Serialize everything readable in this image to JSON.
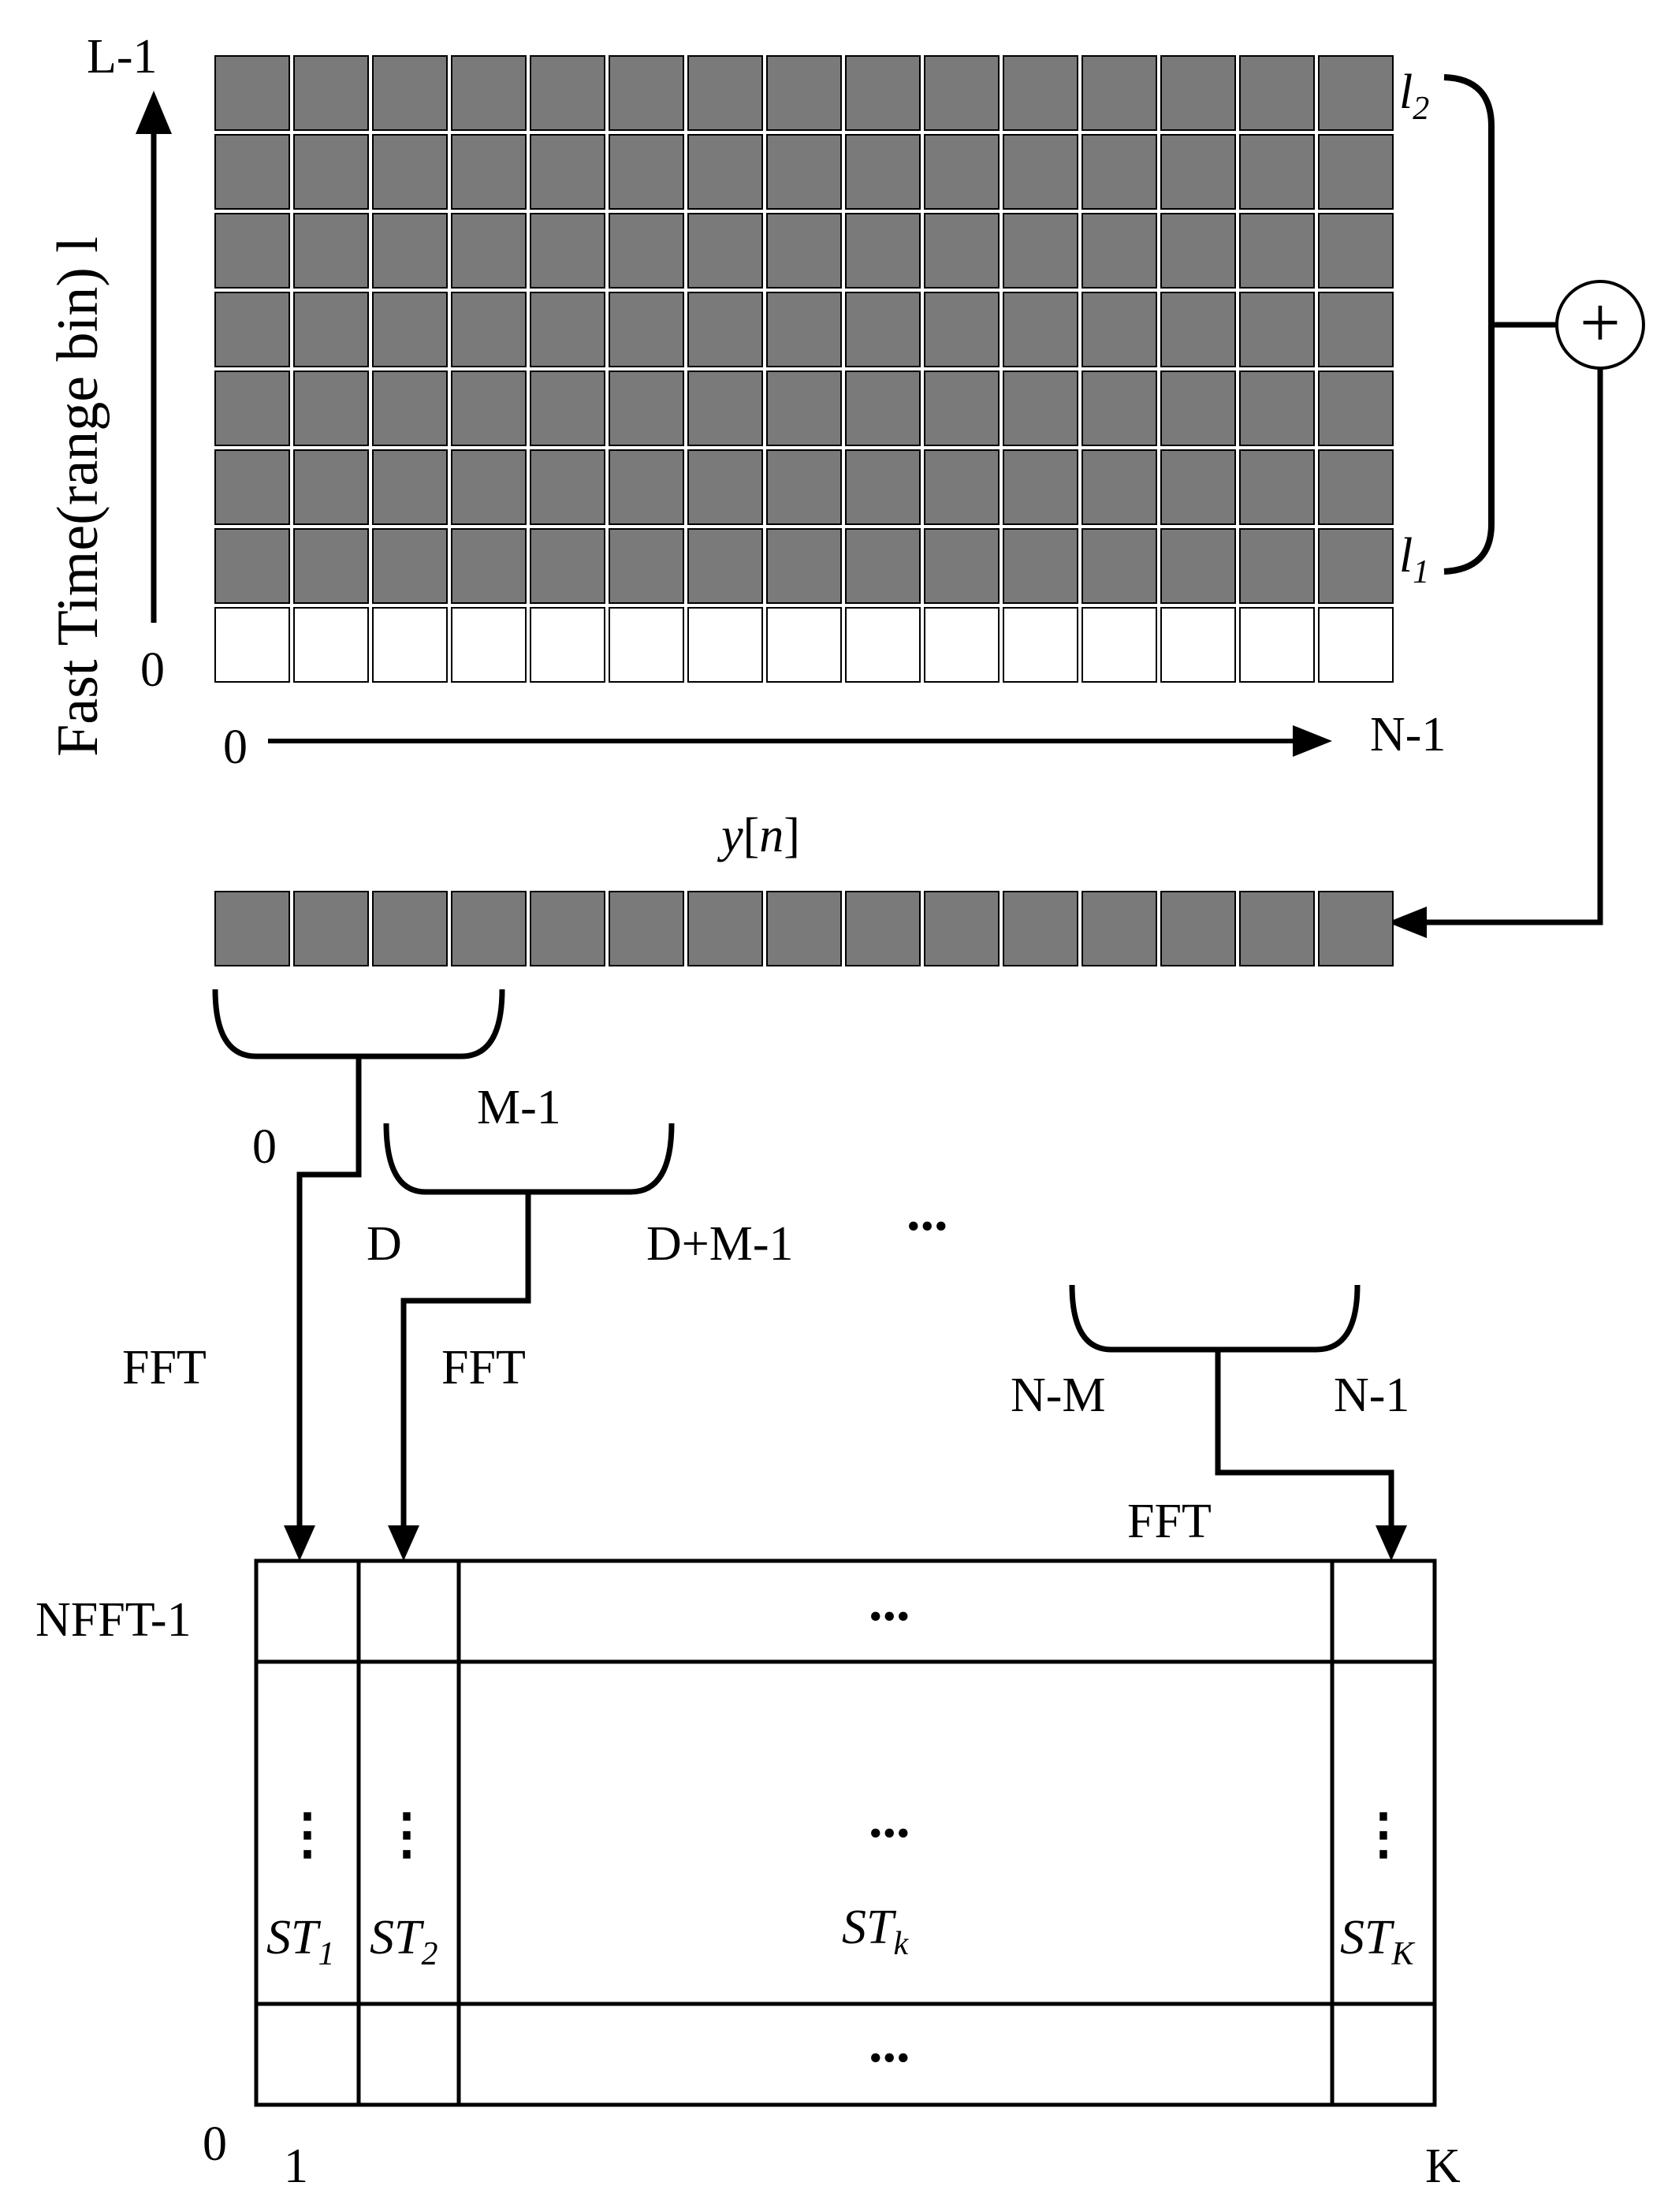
{
  "colors": {
    "filled_cell": "#7a7a7a",
    "empty_cell": "#ffffff",
    "line": "#000000"
  },
  "grid": {
    "rows": 8,
    "cols": 15,
    "filled_rows": 7
  },
  "yaxis": {
    "title": "Fast Time(range bin) l",
    "top": "L-1",
    "bottom": "0"
  },
  "xaxis": {
    "start": "0",
    "end": "N-1"
  },
  "range_marks": {
    "upper": {
      "base": "l",
      "sub": "2"
    },
    "lower": {
      "base": "l",
      "sub": "1"
    }
  },
  "sum_symbol": "+",
  "signal": {
    "base": "y",
    "open": "[",
    "var": "n",
    "close": "]"
  },
  "signal_cells": 15,
  "windows": {
    "w1": {
      "start": "0",
      "end": "M-1",
      "op": "FFT"
    },
    "w2": {
      "start": "D",
      "end": "D+M-1",
      "op": "FFT"
    },
    "ellipsis": "...",
    "wk": {
      "start": "N-M",
      "end": "N-1",
      "op": "FFT"
    }
  },
  "matrix": {
    "row_top": "NFFT-1",
    "row_bottom": "0",
    "col_first": "1",
    "col_last": "K",
    "ellipsis": "...",
    "vdots": "⋮",
    "columns": [
      {
        "base": "ST",
        "sub": "1"
      },
      {
        "base": "ST",
        "sub": "2"
      },
      {
        "base": "ST",
        "sub": "k"
      },
      {
        "base": "ST",
        "sub": "K"
      }
    ]
  }
}
